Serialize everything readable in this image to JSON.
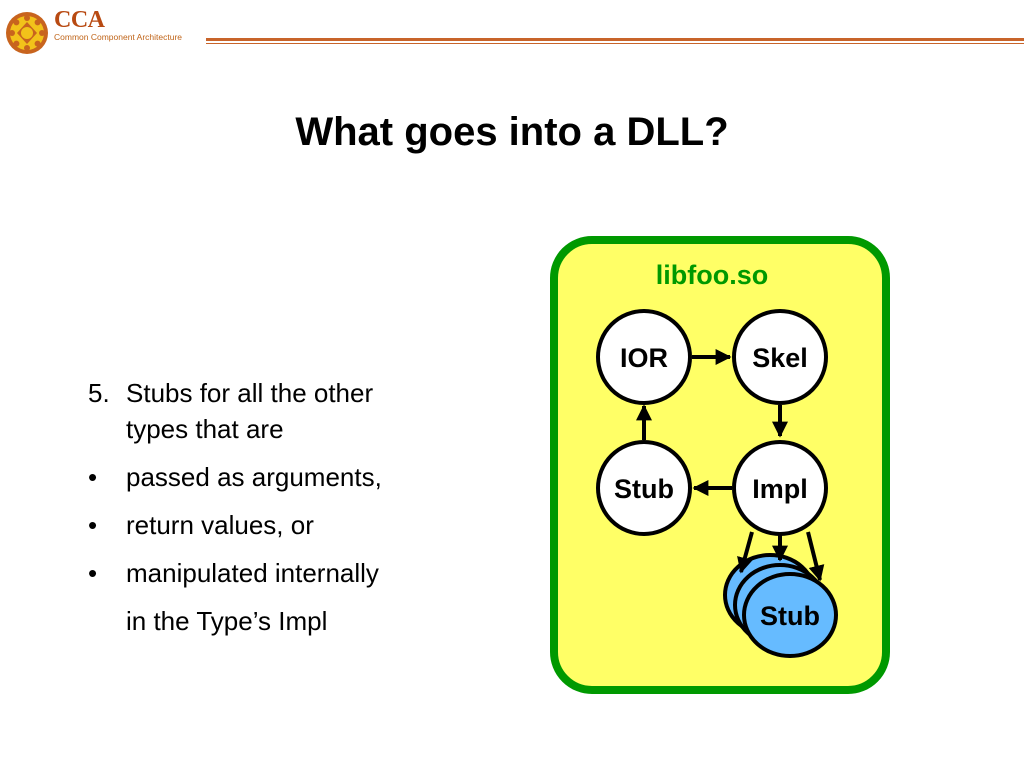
{
  "header": {
    "logo_text": "CCA",
    "logo_subtitle": "Common Component Architecture",
    "logo_icon": "cca-emblem-icon",
    "rule_color": "#c8642a"
  },
  "slide": {
    "title": "What goes into a DLL?"
  },
  "body": {
    "lines": [
      {
        "marker": "5.",
        "text": "Stubs for all the other"
      },
      {
        "marker": "",
        "text": "types that are"
      },
      {
        "marker": "•",
        "text": "passed as arguments,"
      },
      {
        "marker": "•",
        "text": "return values, or"
      },
      {
        "marker": "•",
        "text": "manipulated internally"
      },
      {
        "marker": "",
        "text": "in the Type’s Impl"
      }
    ]
  },
  "diagram": {
    "library_label": "libfoo.so",
    "nodes": {
      "ior": "IOR",
      "skel": "Skel",
      "stub": "Stub",
      "impl": "Impl",
      "stack_stub": "Stub"
    },
    "colors": {
      "library_fill": "#ffff66",
      "library_border": "#009900",
      "library_label": "#009900",
      "node_fill": "#ffffff",
      "stack_fill": "#66bbff"
    }
  }
}
